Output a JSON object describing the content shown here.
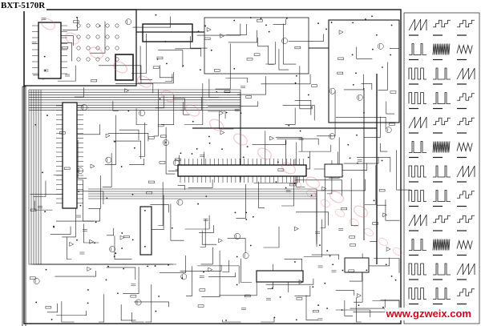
{
  "title": "BXT-5170R",
  "watermark": "www.gzweix.com",
  "colors": {
    "ink": "#1a1a1a",
    "paper": "#ffffff",
    "watermark_red": "#d6001c",
    "faint_overlay": "#e06070"
  },
  "panels": {
    "remote_box": "remote-control-transmitter",
    "main_chip": "vertical-ic",
    "main_ic_strip": "horizontal-ic",
    "waveform_grid": "waveform-reference-table"
  }
}
